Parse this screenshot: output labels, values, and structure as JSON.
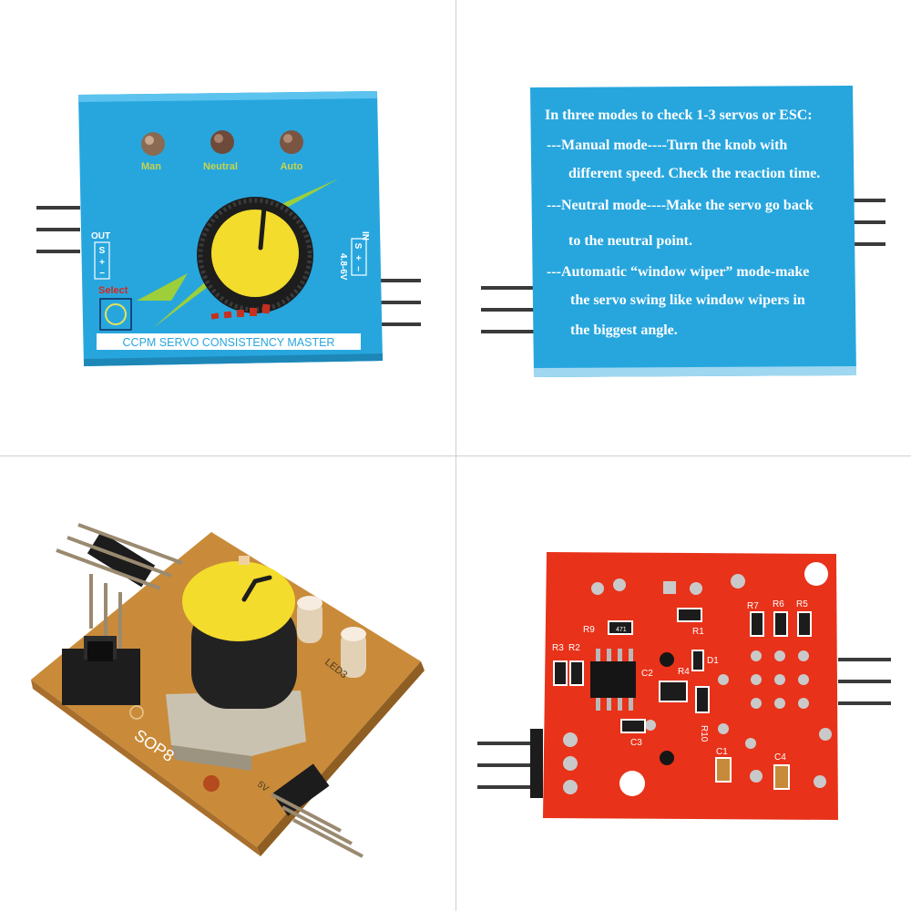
{
  "front": {
    "leds": [
      "Man",
      "Neutral",
      "Auto"
    ],
    "out_label": "OUT",
    "out_pins": [
      "S",
      "+",
      "−"
    ],
    "in_label": "IN",
    "in_voltage": "4.8-6V",
    "in_pins": [
      "S",
      "+",
      "−"
    ],
    "select_label": "Select",
    "banner": "CCPM SERVO CONSISTENCY MASTER"
  },
  "back": {
    "lines": [
      "In three modes to check 1-3 servos or ESC:",
      "---Manual mode----Turn the knob with",
      "different speed. Check the reaction time.",
      "---Neutral mode----Make the servo go back",
      "to the neutral point.",
      "---Automatic “window wiper” mode-make",
      "the servo swing like window wipers in",
      "the biggest angle."
    ]
  },
  "pcb_top": {
    "chip_label": "SOP8",
    "led_label": "LED3",
    "power_label": "5V"
  },
  "pcb_bottom": {
    "labels": [
      "R7",
      "R6",
      "R5",
      "R9",
      "R1",
      "R3",
      "R2",
      "D1",
      "C2",
      "R4",
      "R10",
      "C3",
      "C1",
      "C4"
    ],
    "smd_code": "471"
  },
  "colors": {
    "case_blue": "#27a6de",
    "knob_yellow": "#f4dc2c",
    "pcb_red": "#e8321a",
    "pcb_brown": "#c98b3a"
  }
}
